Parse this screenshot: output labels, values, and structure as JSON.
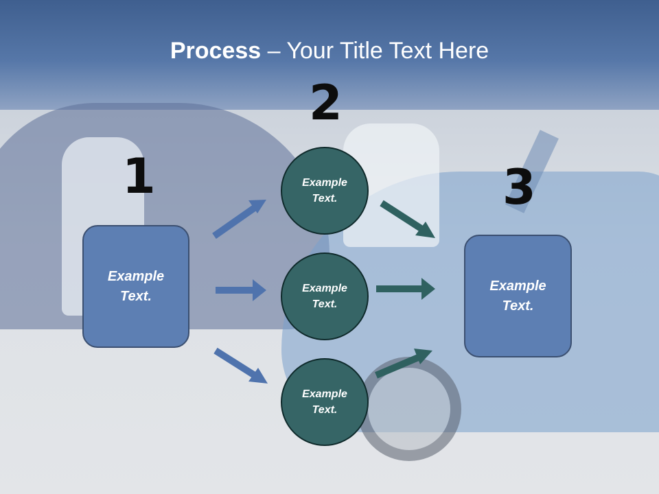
{
  "title": {
    "bold": "Process",
    "rest": " – Your Title Text Here"
  },
  "steps": {
    "one": {
      "number": "1",
      "box_text": "Example\nText."
    },
    "two": {
      "number": "2",
      "circles": [
        "Example\nText.",
        "Example\nText.",
        "Example\nText."
      ]
    },
    "three": {
      "number": "3",
      "box_text": "Example\nText."
    }
  },
  "colors": {
    "box": "#5d7fb3",
    "circle": "#366566",
    "arrow_blue": "#4f73ad",
    "arrow_teal": "#2f6160"
  }
}
